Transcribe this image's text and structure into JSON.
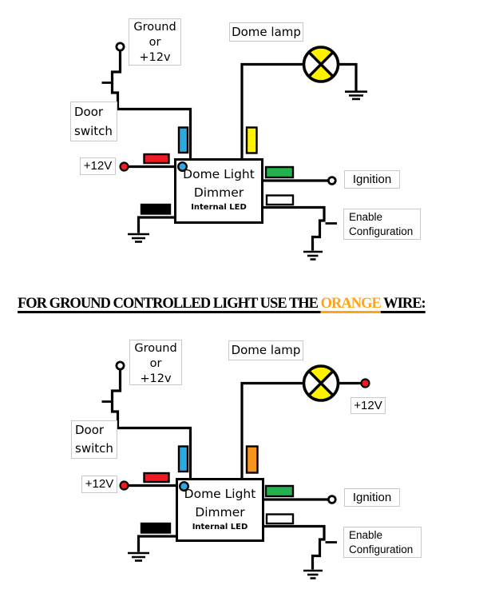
{
  "colors": {
    "wire_black": "#000000",
    "connector_red": "#ED1C24",
    "connector_blue": "#29ABE2",
    "connector_yellow": "#FFF200",
    "connector_green": "#22B14C",
    "connector_white": "#FFFFFF",
    "connector_black": "#000000",
    "connector_orange": "#F7941D",
    "lamp_yellow": "#FFF200",
    "led_blue": "#29ABE2",
    "terminal_red": "#ED1C24",
    "heading_orange": "#FFA318"
  },
  "heading": {
    "prefix": "FOR GROUND CONTROLLED LIGHT USE THE ",
    "highlight": "ORANGE",
    "suffix": " WIRE:"
  },
  "d1": {
    "ground_or_12v": [
      "Ground",
      "or",
      "+12v"
    ],
    "dome_lamp": "Dome lamp",
    "door_switch": [
      "Door",
      "switch"
    ],
    "supply_12v": "+12V",
    "ignition": "Ignition",
    "enable_config": [
      "Enable",
      "Configuration"
    ],
    "dimmer_title": [
      "Dome Light",
      "Dimmer"
    ],
    "internal_led": "Internal LED"
  },
  "d2": {
    "ground_or_12v": [
      "Ground",
      "or",
      "+12v"
    ],
    "dome_lamp": "Dome lamp",
    "door_switch": [
      "Door",
      "switch"
    ],
    "supply_12v": "+12V",
    "lamp_supply_12v": "+12V",
    "ignition": "Ignition",
    "enable_config": [
      "Enable",
      "Configuration"
    ],
    "dimmer_title": [
      "Dome Light",
      "Dimmer"
    ],
    "internal_led": "Internal LED"
  }
}
